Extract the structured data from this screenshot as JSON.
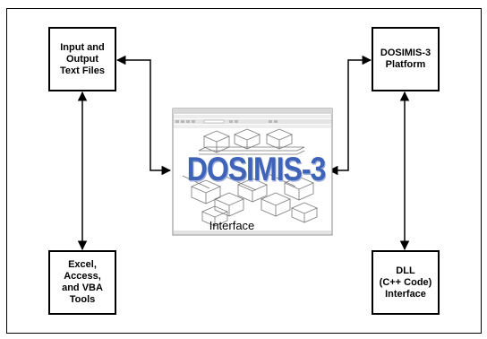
{
  "nodes": {
    "input_output": {
      "lines": [
        "Input and",
        "Output",
        "Text Files"
      ]
    },
    "platform": {
      "lines": [
        "DOSIMIS-3",
        "Platform"
      ]
    },
    "tools": {
      "lines": [
        "Excel,",
        "Access,",
        "and VBA",
        "Tools"
      ]
    },
    "dll": {
      "lines": [
        "DLL",
        "(C++ Code)",
        "Interface"
      ]
    }
  },
  "center": {
    "logo_text": "DOSIMIS-3",
    "caption": "Interface"
  },
  "colors": {
    "logo": "#3f63b8",
    "frame": "#000000",
    "arrow": "#000000"
  }
}
